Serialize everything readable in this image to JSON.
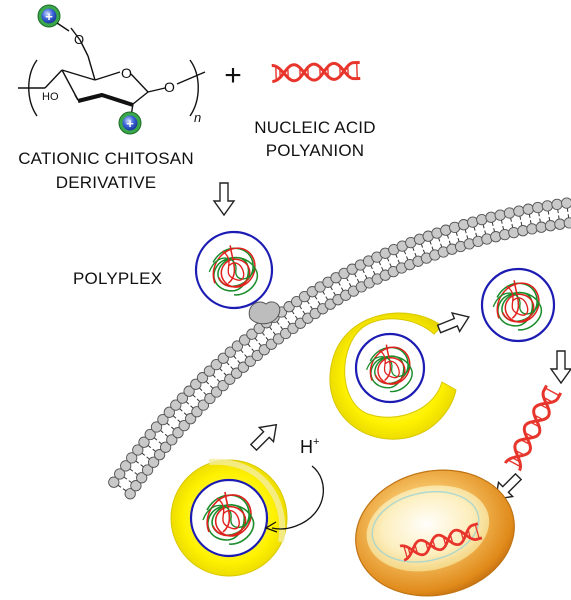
{
  "labels": {
    "chitosan_line1": "CATIONIC CHITOSAN",
    "chitosan_line2": "DERIVATIVE",
    "nucleic_line1": "NUCLEIC ACID",
    "nucleic_line2": "POLYANION",
    "polyplex": "POLYPLEX",
    "plus": "+",
    "proton": "H",
    "proton_charge": "+",
    "hydroxyl": "HO",
    "ring_o": "O",
    "glyco_o": "O",
    "ch2_o": "O",
    "repeat_n": "n",
    "cation_symbol": "+"
  },
  "colors": {
    "membrane_head": "#c9c9c9",
    "vesicle_yellow": "#fff200",
    "polyplex_ring": "#1c1cb4",
    "strand_red": "#e0201c",
    "strand_green": "#1a8c2a",
    "dna_red": "#e8352c",
    "nucleus_orange": "#f0a030",
    "cation_blue": "#2a50c8",
    "cation_green": "#3aa84a"
  },
  "icons": {
    "arrow": "hollow-arrow-icon",
    "dna": "dna-helix-icon",
    "cation": "cationic-charge-icon"
  }
}
